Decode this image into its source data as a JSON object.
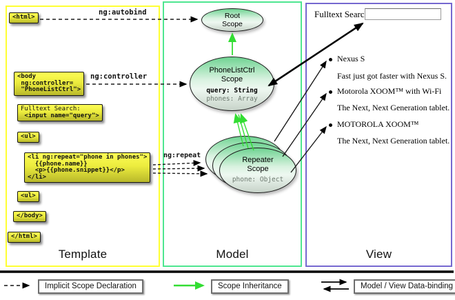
{
  "template_panel": {
    "label": "Template",
    "code_boxes": {
      "html_open": {
        "lines": [
          "<html>"
        ]
      },
      "body_open": {
        "lines": [
          "<body",
          " ng:controller=",
          " \"PhoneListCtrl\">"
        ]
      },
      "fulltext": {
        "lines": [
          "Fulltext Search:",
          " <input name=\"query\">"
        ]
      },
      "ul_open": {
        "lines": [
          "<ul>"
        ]
      },
      "li_repeat": {
        "lines": [
          "<li ng:repeat=\"phone in phones\">",
          "  {{phone.name}}",
          "  <p>{{phone.snippet}}</p>",
          "</li>"
        ]
      },
      "ul_close": {
        "lines": [
          "<ul>"
        ]
      },
      "body_close": {
        "lines": [
          "</body>"
        ]
      },
      "html_close": {
        "lines": [
          "</html>"
        ]
      }
    }
  },
  "arrow_labels": {
    "autobind": "ng:autobind",
    "controller": "ng:controller",
    "repeat": "ng:repeat"
  },
  "model_panel": {
    "label": "Model",
    "root_scope": {
      "title1": "Root",
      "title2": "Scope"
    },
    "phonelist_scope": {
      "title1": "PhoneListCtrl",
      "title2": "Scope",
      "prop1": "query: String",
      "prop2": "phones: Array"
    },
    "repeater_scope": {
      "title1": "Repeater",
      "title2": "Scope",
      "prop1": "phone: Object"
    }
  },
  "view_panel": {
    "label": "View",
    "search_label": "Fulltext Search:",
    "search_value": "",
    "items": [
      {
        "title": "Nexus S",
        "snippet": "Fast just got faster with Nexus S."
      },
      {
        "title": "Motorola XOOM™  with Wi-Fi",
        "snippet": "The Next, Next Generation tablet."
      },
      {
        "title": "MOTOROLA XOOM™",
        "snippet": "The Next, Next Generation tablet."
      }
    ]
  },
  "legend": {
    "implicit": "Implicit Scope Declaration",
    "inheritance": "Scope Inheritance",
    "binding": "Model / View Data-binding"
  },
  "colors": {
    "template_border": "#ffff33",
    "model_border": "#4de690",
    "view_border": "#7568d0",
    "inheritance_green": "#33dd33",
    "codebox_yellow": "#ecec3e",
    "scope_green": "#6fd392"
  }
}
